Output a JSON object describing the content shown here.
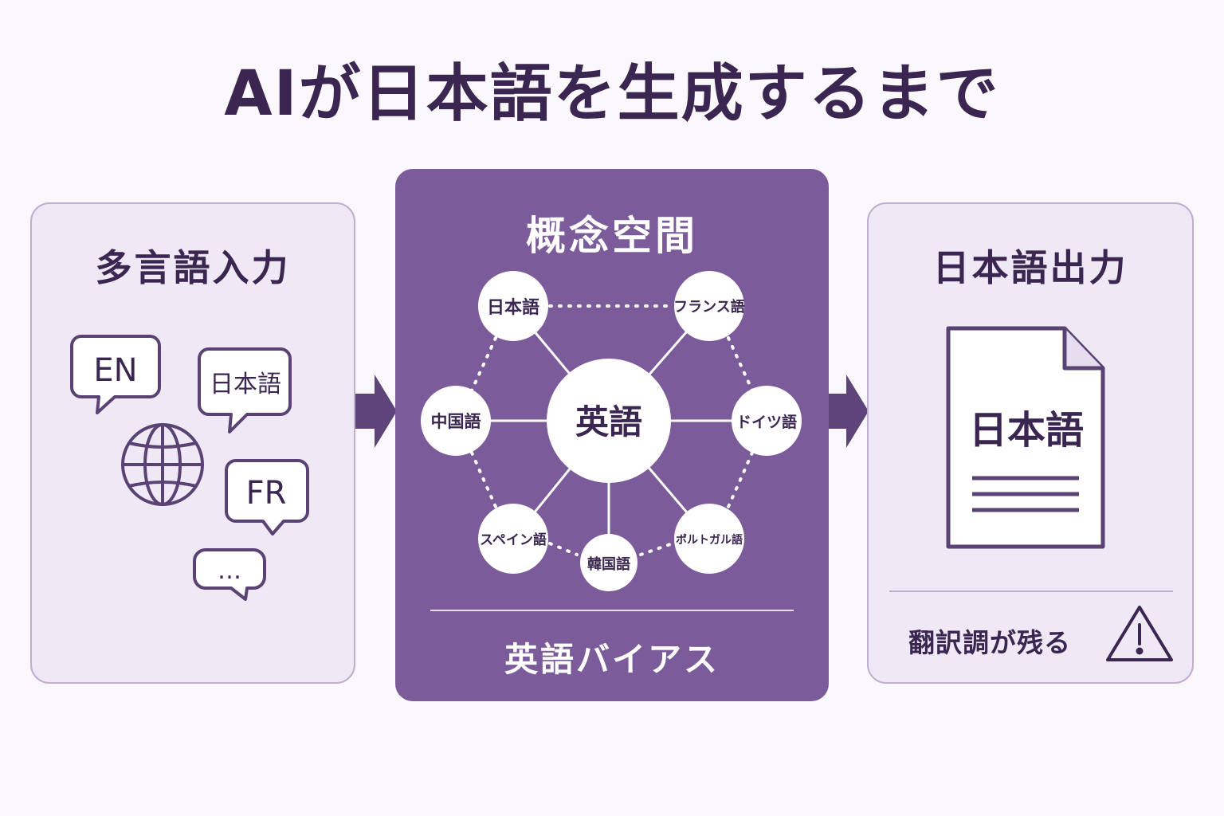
{
  "title": "AIが日本語を生成するまで",
  "input_panel": {
    "title": "多言語入力",
    "bubbles": [
      "EN",
      "日本語",
      "FR",
      "…"
    ],
    "icons": [
      "globe-icon",
      "speech-bubble-icon"
    ]
  },
  "concept_panel": {
    "title": "概念空間",
    "center_node": "英語",
    "nodes": [
      "日本語",
      "フランス語",
      "中国語",
      "ドイツ語",
      "スペイン語",
      "韓国語",
      "ポルトガル語"
    ],
    "footer": "英語バイアス"
  },
  "output_panel": {
    "title": "日本語出力",
    "document_text": "日本語",
    "warning": "翻訳調が残る",
    "icons": [
      "document-icon",
      "warning-icon"
    ]
  },
  "colors": {
    "accent": "#7b5b99",
    "dark": "#3a2650",
    "panel_bg": "#efe9f6",
    "panel_border": "#bfaed0",
    "stroke": "#5a4374"
  }
}
